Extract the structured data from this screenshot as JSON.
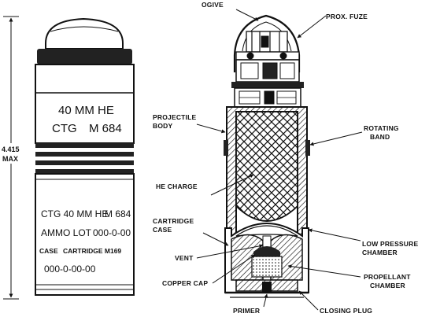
{
  "dimension": {
    "value": "4.415",
    "unit": "MAX"
  },
  "cartridge_markings": {
    "upper_line1": "40 MM HE",
    "upper_line2_left": "CTG",
    "upper_line2_right": "M 684",
    "lower_line1_left": "CTG 40 MM HE",
    "lower_line1_right": "M 684",
    "lower_line2_left": "AMMO LOT",
    "lower_line2_right": "000-0-00",
    "lower_line3_left": "CASE",
    "lower_line3_right": "CARTRIDGE M169",
    "lower_line4": "000-0-00-00"
  },
  "callouts": {
    "ogive": "OGIVE",
    "prox_fuze": "PROX. FUZE",
    "projectile_body_1": "PROJECTILE",
    "projectile_body_2": "BODY",
    "rotating_band_1": "ROTATING",
    "rotating_band_2": "BAND",
    "he_charge": "HE CHARGE",
    "cartridge_case_1": "CARTRIDGE",
    "cartridge_case_2": "CASE",
    "low_pressure_1": "LOW PRESSURE",
    "low_pressure_2": "CHAMBER",
    "vent": "VENT",
    "propellant_1": "PROPELLANT",
    "propellant_2": "CHAMBER",
    "copper_cap": "COPPER CAP",
    "primer": "PRIMER",
    "closing_plug": "CLOSING PLUG"
  }
}
